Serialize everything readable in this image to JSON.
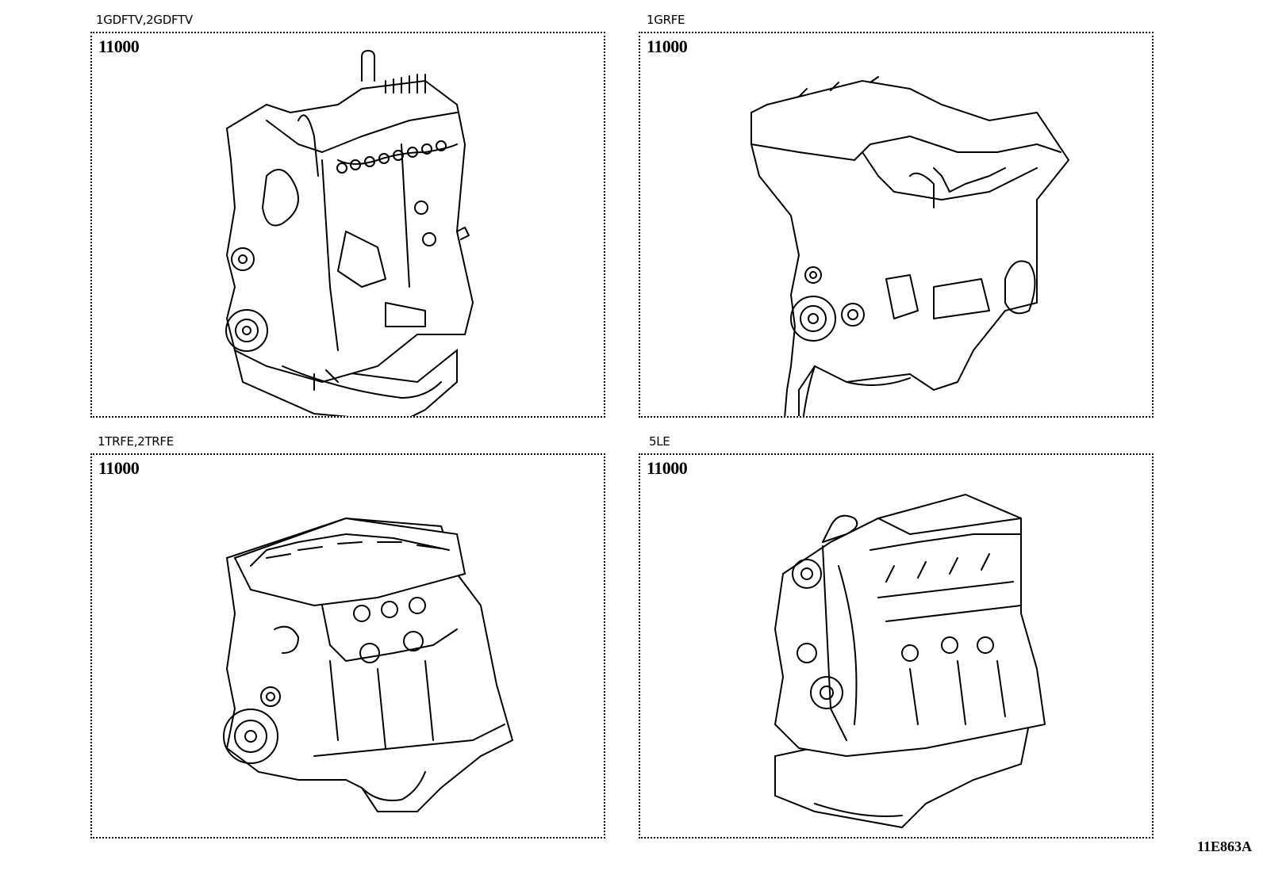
{
  "panels": [
    {
      "engine_label": "1GDFTV,2GDFTV",
      "part_number": "11000",
      "illustration": "engine-assembly-1gdftv"
    },
    {
      "engine_label": "1GRFE",
      "part_number": "11000",
      "illustration": "engine-assembly-1grfe"
    },
    {
      "engine_label": "1TRFE,2TRFE",
      "part_number": "11000",
      "illustration": "engine-assembly-1trfe"
    },
    {
      "engine_label": "5LE",
      "part_number": "11000",
      "illustration": "engine-assembly-5le"
    }
  ],
  "figure_id": "11E863A"
}
